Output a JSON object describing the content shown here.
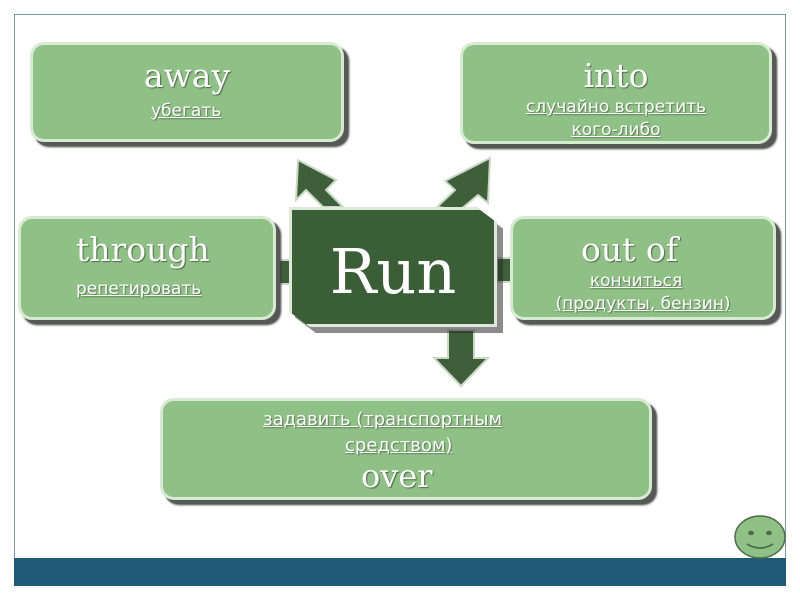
{
  "center": {
    "label": "Run"
  },
  "boxes": {
    "away": {
      "word": "away",
      "translation": "убегать"
    },
    "into": {
      "word": "into",
      "translation_line1": "случайно встретить",
      "translation_line2": "кого-либо"
    },
    "through": {
      "word": "through",
      "translation": "репетировать"
    },
    "out_of": {
      "word": "out of",
      "translation_line1": "кончиться",
      "translation_line2": "(продукты, бензин)"
    },
    "over": {
      "translation_line1": "задавить (транспортным",
      "translation_line2": "средством)",
      "word": "over"
    }
  },
  "colors": {
    "box_fill": "#8fc186",
    "center_fill": "#3a5e36",
    "arrow_fill": "#3f5e3a",
    "bar": "#1f5a76",
    "smiley": "#8fc186"
  },
  "icons": [
    "smiley-face-icon"
  ]
}
